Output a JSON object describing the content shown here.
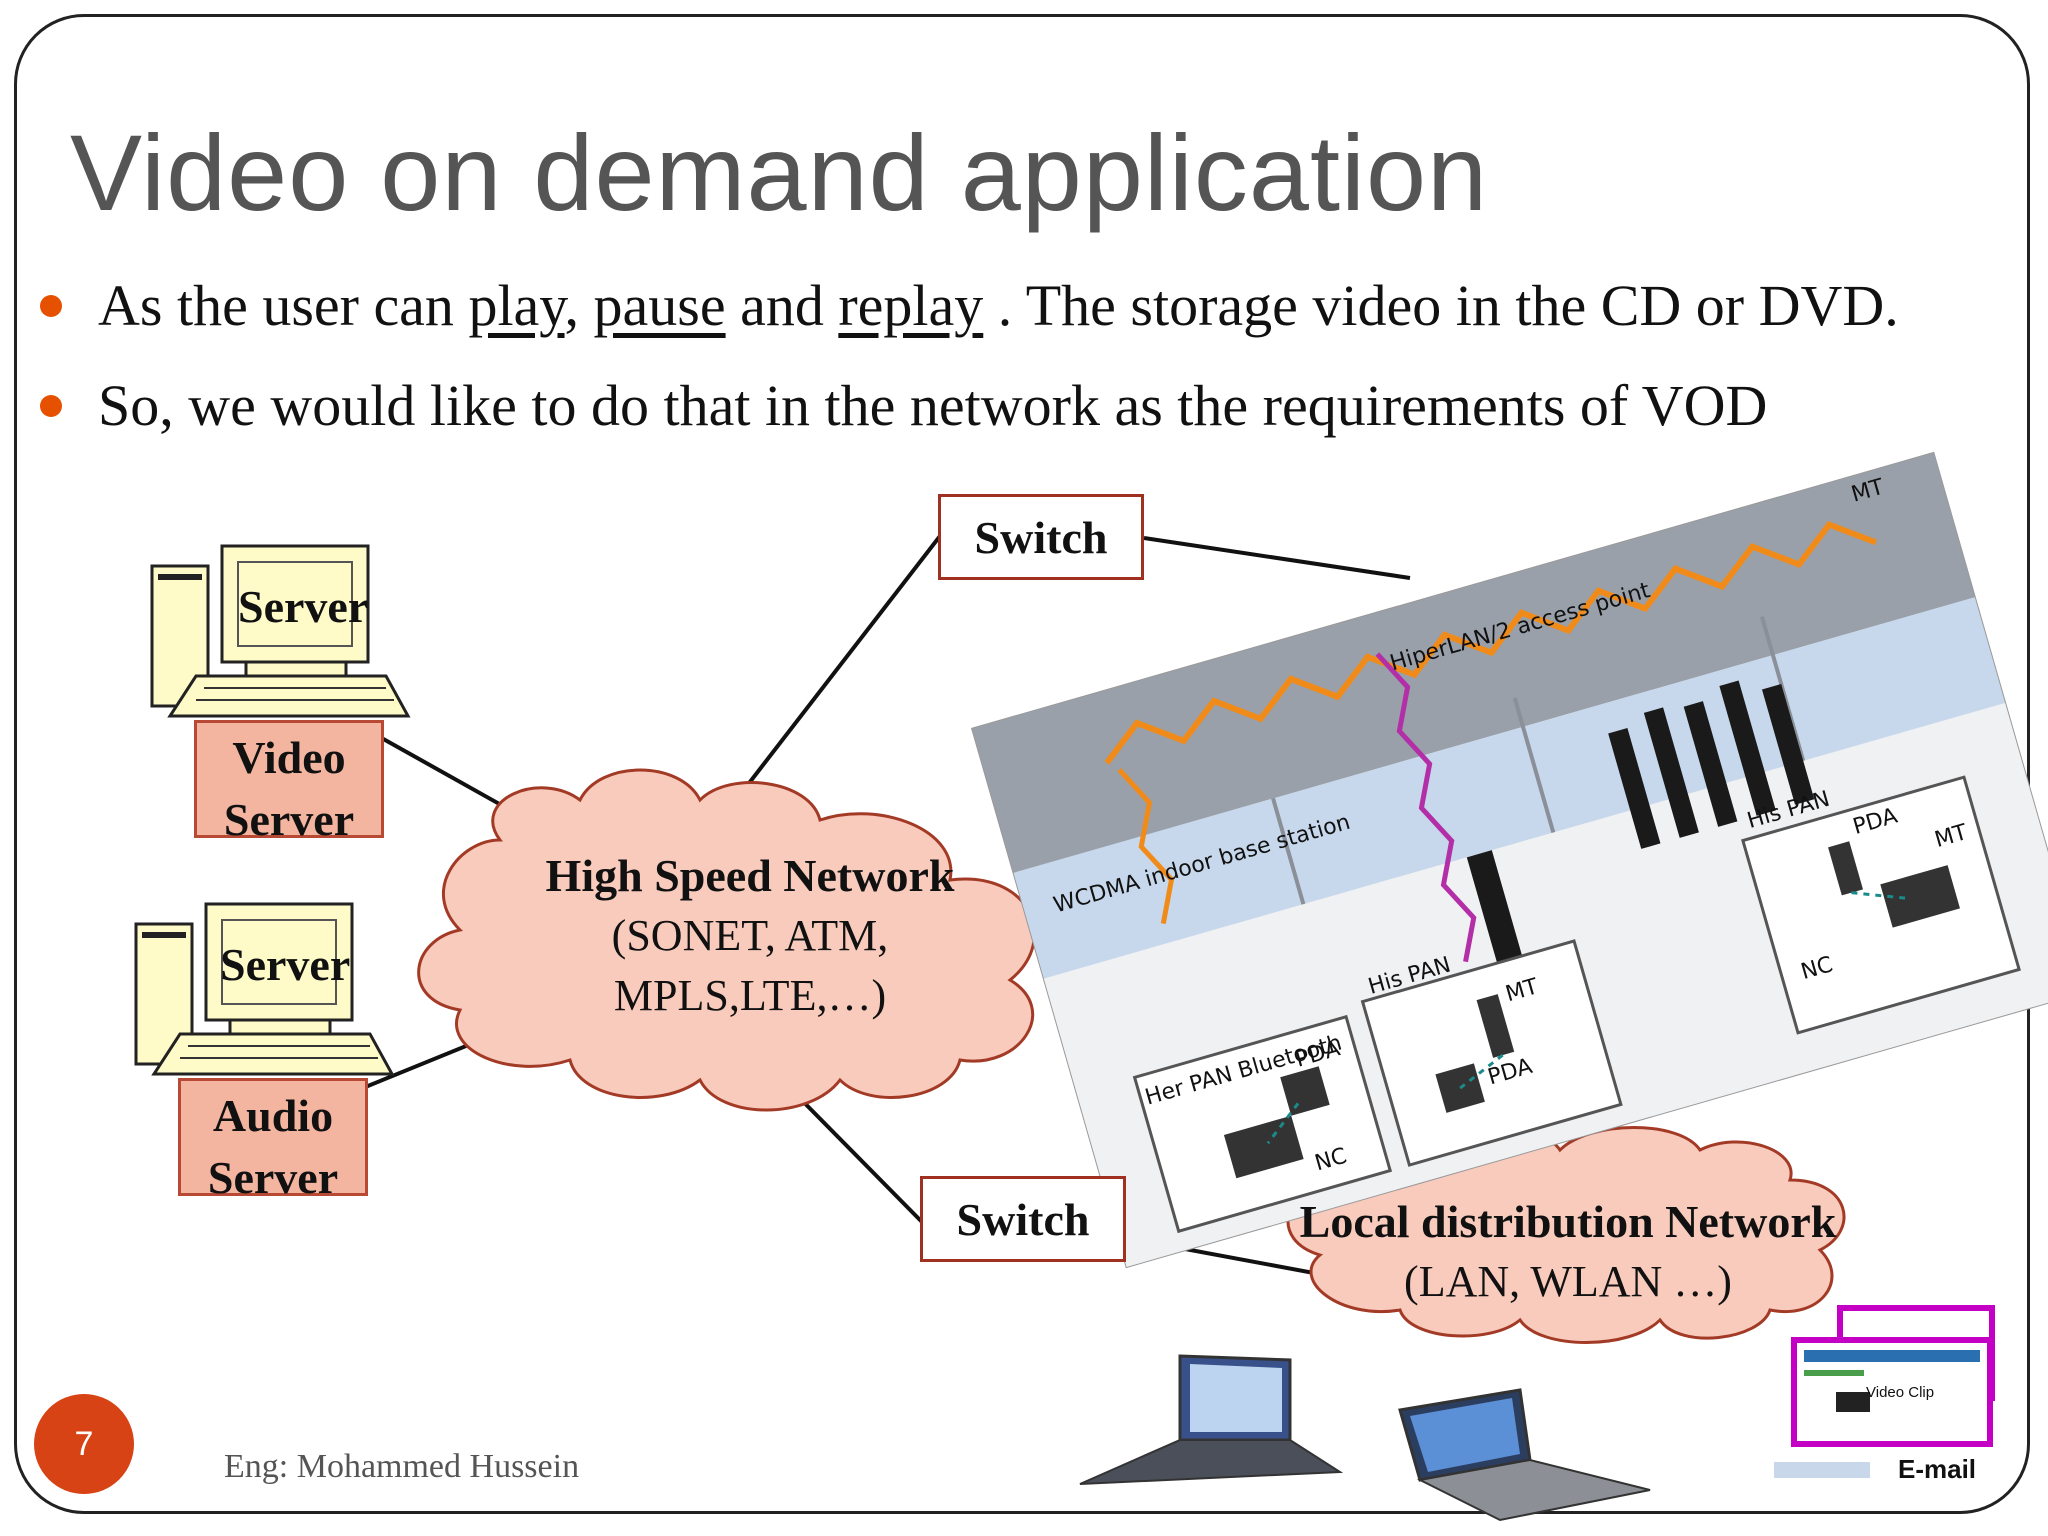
{
  "slide": {
    "title": "Video on demand application",
    "bullet1": {
      "prefix": "As the user can ",
      "play": "play",
      "sep1": ", ",
      "pause": "pause",
      "sep2": " and ",
      "replay": "replay",
      "suffix": " . The storage video in the CD or DVD."
    },
    "bullet2": "So, we would like to do that in the network as the requirements of  VOD",
    "slide_number": "7",
    "author": "Eng: Mohammed Hussein"
  },
  "diagram": {
    "server1_label": "Server",
    "server2_label": "Server",
    "video_server": [
      "Video",
      "Server"
    ],
    "audio_server": [
      "Audio",
      "Server"
    ],
    "high_speed_network": {
      "title": "High Speed Network",
      "line2": "(SONET, ATM,",
      "line3": "MPLS,LTE,…)"
    },
    "switch_top": "Switch",
    "switch_bottom": "Switch",
    "local_network": {
      "title": "Local distribution Network",
      "line2": "(LAN, WLAN …)"
    },
    "scene_labels": {
      "wcdma": "WCDMA indoor base station",
      "hiperlan": "HiperLAN/2 access point",
      "his_pan_1": "His PAN",
      "his_pan_2": "His PAN",
      "her_pan": "Her PAN Bluetooth",
      "pda1": "PDA",
      "pda2": "PDA",
      "pda3": "PDA",
      "mt1": "MT",
      "mt2": "MT",
      "mt3": "MT",
      "nc1": "NC",
      "nc2": "NC"
    },
    "video_clip": "Video Clip",
    "email": "E-mail"
  },
  "colors": {
    "bullet": "#e65100",
    "title": "#555555",
    "cloud_fill": "#f8cbbd",
    "cloud_stroke": "#a33a26",
    "server_box": "#f3b4a0",
    "slide_number_bg": "#d84315"
  }
}
